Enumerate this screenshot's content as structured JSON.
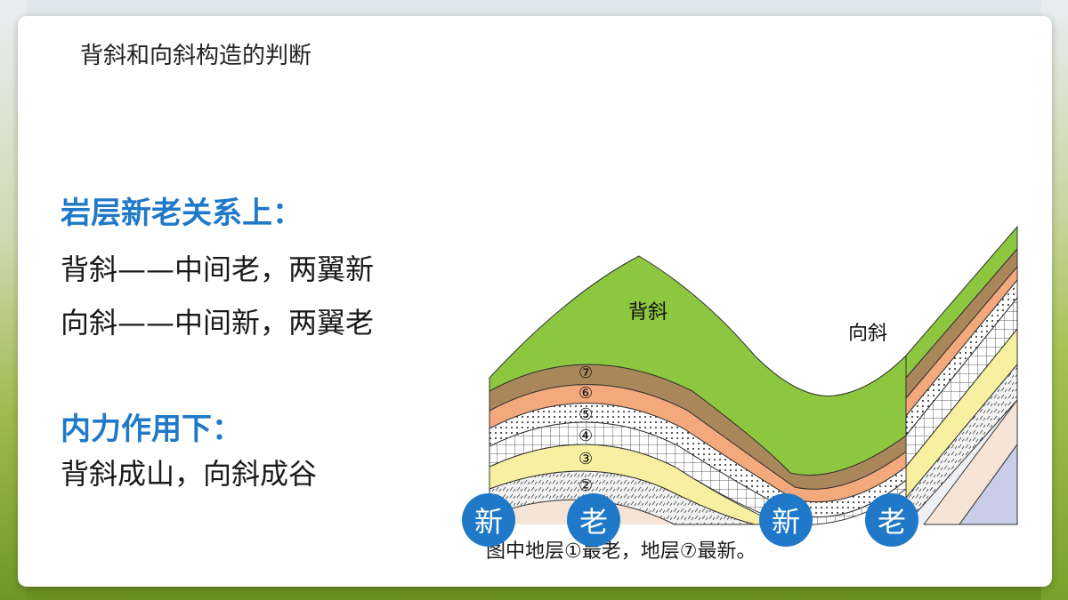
{
  "page": {
    "title": "背斜和向斜构造的判断"
  },
  "rock_age": {
    "heading": "岩层新老关系上：",
    "line1": "背斜——中间老，两翼新",
    "line2": "向斜——中间新，两翼老"
  },
  "force": {
    "heading": "内力作用下：",
    "line1": "背斜成山，向斜成谷"
  },
  "diagram": {
    "anticline_label": "背斜",
    "syncline_label": "向斜",
    "layer_labels": [
      "⑦",
      "⑥",
      "⑤",
      "④",
      "③",
      "②"
    ],
    "caption": "图中地层①最老，地层⑦最新。"
  },
  "badges": [
    "新",
    "老",
    "新",
    "老"
  ],
  "colors": {
    "accent": "#1f78c8",
    "top_layer": "#8dc63f",
    "layer6": "#a9875a",
    "layer5": "#f4a97c",
    "layer3": "#f7f0a0"
  }
}
